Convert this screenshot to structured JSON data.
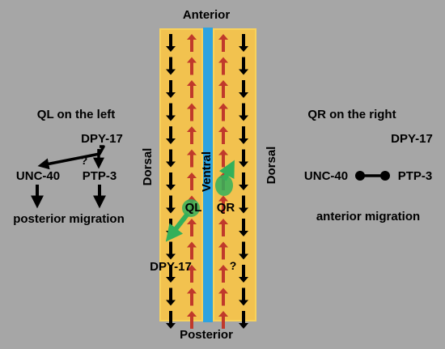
{
  "labels": {
    "anterior": "Anterior",
    "posterior": "Posterior",
    "dorsal_left": "Dorsal",
    "dorsal_right": "Dorsal",
    "ventral": "Ventral",
    "ql_cell": "QL",
    "qr_cell": "QR",
    "dpy17_center": "DPY-17",
    "question_center": "?"
  },
  "left_panel": {
    "title": "QL on the left",
    "dpy17": "DPY-17",
    "question": "?",
    "unc40": "UNC-40",
    "ptp3": "PTP-3",
    "outcome": "posterior migration"
  },
  "right_panel": {
    "title": "QR on the right",
    "dpy17": "DPY-17",
    "unc40": "UNC-40",
    "ptp3": "PTP-3",
    "outcome": "anterior migration"
  },
  "colors": {
    "background": "#a6a6a6",
    "strip_fill": "#f2c24f",
    "strip_border": "#f9d25a",
    "ventral_cord": "#2ea3e0",
    "down_arrow": "#000000",
    "up_arrow": "#c0392b",
    "migration_arrow": "#33b05a"
  }
}
